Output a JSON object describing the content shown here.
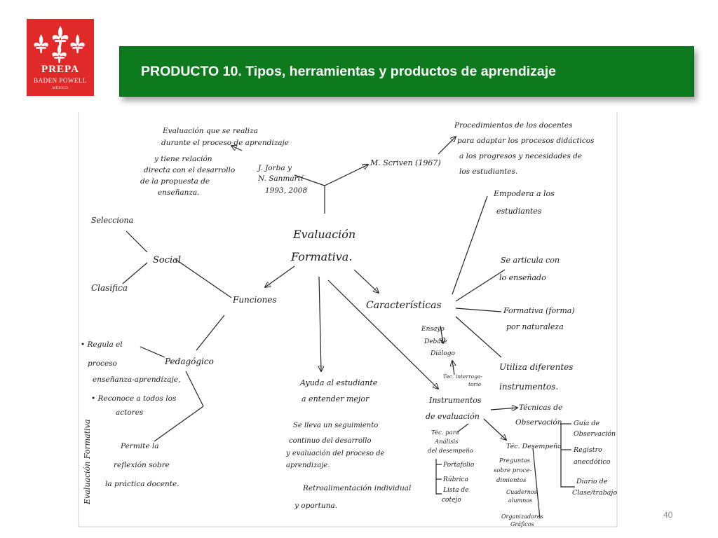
{
  "logo": {
    "name": "PREPA",
    "subtitle": "BADEN POWELL",
    "small": "MÉXICO"
  },
  "header": {
    "title": "PRODUCTO 10. Tipos, herramientas y productos de aprendizaje"
  },
  "slide_number": "40",
  "colors": {
    "title_bar": "#0e7a1e",
    "logo_bg": "#e02a2a"
  },
  "diagram": {
    "central": "Evaluación Formativa",
    "definition": "Evaluación que se realiza durante el proceso de aprendizaje y tiene relación directa con el desarrollo de la propuesta de enseñanza.",
    "authors1": "J. Jorba y N. Sanmartí 1993, 2008",
    "authors2": "M. Scriven (1967)",
    "scriven_note": "Procedimientos de los docentes para adaptar los procesos didácticos a los progresos y necesidades de los estudiantes.",
    "funciones": "Funciones",
    "social": "Social",
    "selecciona": "Selecciona",
    "clasifica": "Clasifica",
    "pedagogico": "Pedagógico",
    "regula": "• Regula el proceso enseñanza-aprendizaje,",
    "reconoce": "• Reconoce a todos los actores",
    "permite": "Permite la reflexión sobre la práctica docente.",
    "side_label": "Evaluación Formativa",
    "caracteristicas": "Características",
    "empodera": "Empodera a los estudiantes",
    "articula": "Se articula con lo enseñado",
    "formativa_forma": "Formativa (forma) por naturaleza",
    "utiliza": "Utiliza diferentes instrumentos.",
    "ayuda": "Ayuda al estudiante a entender mejor",
    "seguimiento": "Se lleva un seguimiento continuo del desarrollo y evaluación del proceso de aprendizaje.",
    "retro": "Retroalimentación individual y oportuna.",
    "instrumentos": "Instrumentos de evaluación",
    "tec_interrogatorio": "Tec. interrogatorio",
    "ensayo": "Ensayo Debate Diálogo",
    "tec_observacion": "Técnicas de Observación",
    "guia": "Guía de Observación",
    "registro": "Registro anecdótico",
    "diario": "Diario de Clase/trabajo",
    "tec_analisis": "Téc. para Análisis del desempeño",
    "portafolio": "Portafolio",
    "rubrica": "Rúbrica",
    "lista": "Lista de cotejo",
    "tec_desempeno": "Téc. Desempeño",
    "preguntas": "Preguntas sobre procedimientos",
    "cuadernos": "Cuadernos alumnos",
    "organizadores": "Organizadores gráficos"
  }
}
